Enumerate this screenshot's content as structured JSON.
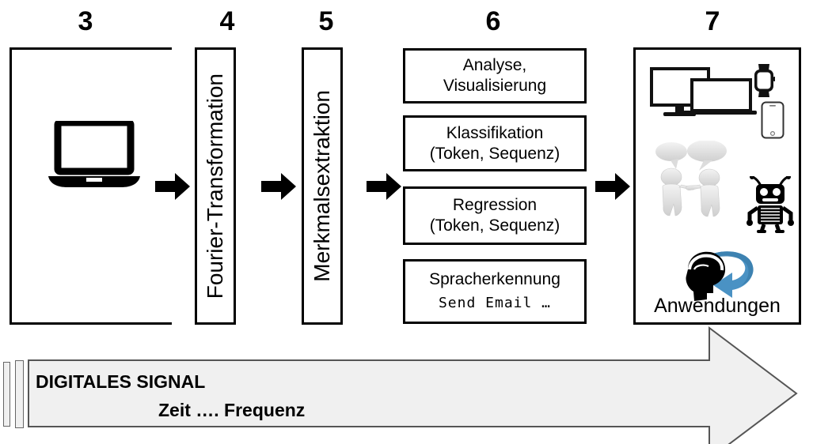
{
  "diagram": {
    "title": "Digitale Signalverarbeitungs-Pipeline",
    "stage_numbers": [
      "3",
      "4",
      "5",
      "6",
      "7"
    ],
    "stages": {
      "s3": {
        "number": "3",
        "icon": "laptop-icon"
      },
      "s4": {
        "number": "4",
        "label": "Fourier-Transformation"
      },
      "s5": {
        "number": "5",
        "label": "Merkmalsextraktion"
      },
      "s6": {
        "number": "6",
        "boxes": [
          {
            "line1": "Analyse,",
            "line2": "Visualisierung",
            "mono": ""
          },
          {
            "line1": "Klassifikation",
            "line2": "(Token, Sequenz)",
            "mono": ""
          },
          {
            "line1": "Regression",
            "line2": "(Token, Sequenz)",
            "mono": ""
          },
          {
            "line1": "Spracherkennung",
            "line2": "",
            "mono": "Send Email …"
          }
        ]
      },
      "s7": {
        "number": "7",
        "caption": "Anwendungen",
        "icons": [
          "monitor-icon",
          "laptop-icon",
          "smartwatch-icon",
          "smartphone-icon",
          "two-people-talking-icon",
          "speech-bubble-icon",
          "robot-icon",
          "head-brain-cycle-icon"
        ]
      }
    },
    "arrows": {
      "count": 4,
      "name": "flow-arrow-right"
    },
    "banner": {
      "line1": "DIGITALES SIGNAL",
      "line2": "Zeit …. Frequenz",
      "fill": "#f0f0f0",
      "stroke": "#555555"
    },
    "colors": {
      "ink": "#000000",
      "background": "#ffffff",
      "banner_fill": "#f0f0f0",
      "banner_stroke": "#555555",
      "cycle_arrow_blue": "#4a92c4",
      "figure_grey": "#e3e3e3"
    }
  }
}
